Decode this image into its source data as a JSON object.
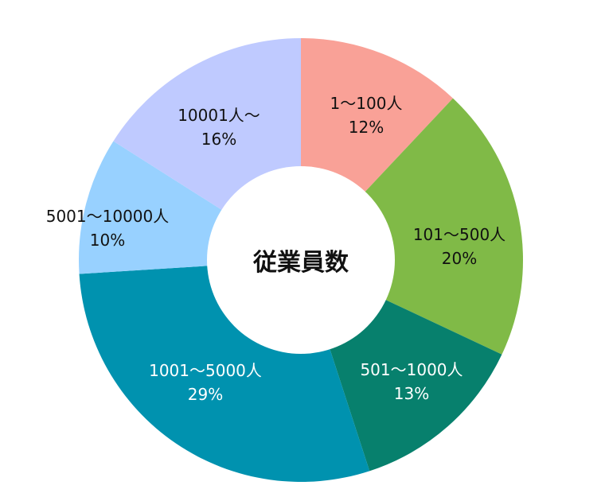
{
  "chart_data": {
    "type": "pie",
    "variant": "donut",
    "title": "従業員数",
    "start_angle_deg": 0,
    "direction": "clockwise",
    "categories": [
      "1〜100人",
      "101〜500人",
      "501〜1000人",
      "1001〜5000人",
      "5001〜10000人",
      "10001人〜"
    ],
    "values": [
      12,
      20,
      13,
      29,
      10,
      16
    ],
    "value_labels": [
      "12%",
      "20%",
      "13%",
      "29%",
      "10%",
      "16%"
    ],
    "colors": [
      "#F9A197",
      "#80BA47",
      "#07806D",
      "#0092AF",
      "#98D1FF",
      "#BFCAFF"
    ],
    "label_colors": [
      "#111111",
      "#111111",
      "#ffffff",
      "#ffffff",
      "#111111",
      "#111111"
    ],
    "legend": "none"
  },
  "center": {
    "title": "従業員数"
  },
  "slices": [
    {
      "name": "1〜100人",
      "pct": "12%"
    },
    {
      "name": "101〜500人",
      "pct": "20%"
    },
    {
      "name": "501〜1000人",
      "pct": "13%"
    },
    {
      "name": "1001〜5000人",
      "pct": "29%"
    },
    {
      "name": "5001〜10000人",
      "pct": "10%"
    },
    {
      "name": "10001人〜",
      "pct": "16%"
    }
  ]
}
